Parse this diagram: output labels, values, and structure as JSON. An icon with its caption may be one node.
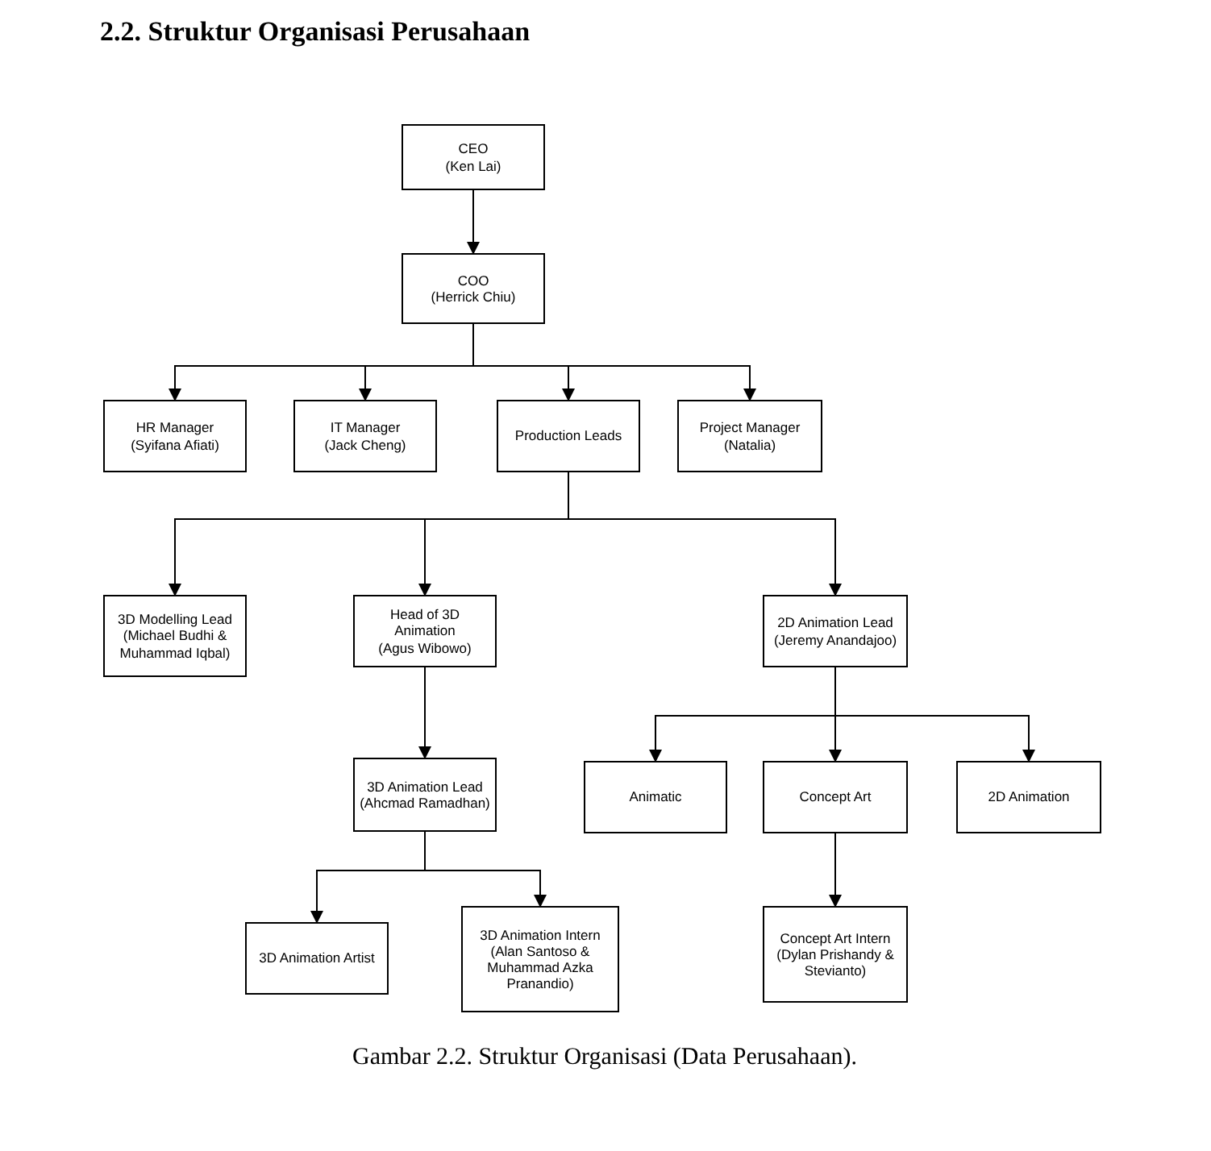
{
  "diagram": {
    "title": "2.2. Struktur Organisasi Perusahaan",
    "caption": "Gambar 2.2. Struktur Organisasi (Data Perusahaan).",
    "nodes": [
      {
        "text": [
          "CEO",
          "(Ken Lai)"
        ]
      },
      {
        "text": [
          "COO",
          "(Herrick Chiu)"
        ]
      },
      {
        "text": [
          "HR Manager",
          "(Syifana Afiati)"
        ]
      },
      {
        "text": [
          "IT Manager",
          "(Jack Cheng)"
        ]
      },
      {
        "text": [
          "Production Leads"
        ]
      },
      {
        "text": [
          "Project Manager",
          "(Natalia)"
        ]
      },
      {
        "text": [
          "3D Modelling Lead",
          "(Michael Budhi & Muhammad Iqbal)"
        ]
      },
      {
        "text": [
          "Head of 3D Animation",
          "(Agus Wibowo)"
        ]
      },
      {
        "text": [
          "2D Animation Lead",
          "(Jeremy Anandajoo)"
        ]
      },
      {
        "text": [
          "3D Animation Lead",
          "(Ahcmad Ramadhan)"
        ]
      },
      {
        "text": [
          "Animatic"
        ]
      },
      {
        "text": [
          "Concept Art"
        ]
      },
      {
        "text": [
          "2D Animation"
        ]
      },
      {
        "text": [
          "3D Animation Artist"
        ]
      },
      {
        "text": [
          "3D Animation Intern",
          "(Alan Santoso & Muhammad Azka Pranandio)"
        ]
      },
      {
        "text": [
          "Concept Art Intern",
          "(Dylan Prishandy & Stevianto)"
        ]
      }
    ],
    "edges": [
      {
        "from": 0,
        "to": 1,
        "arrow": "to"
      },
      {
        "from": 1,
        "to": 2,
        "arrow": "to"
      },
      {
        "from": 1,
        "to": 3,
        "arrow": "to"
      },
      {
        "from": 1,
        "to": 4,
        "arrow": "to"
      },
      {
        "from": 1,
        "to": 5,
        "arrow": "to"
      },
      {
        "from": 4,
        "to": 6,
        "arrow": "to"
      },
      {
        "from": 4,
        "to": 7,
        "arrow": "to"
      },
      {
        "from": 4,
        "to": 8,
        "arrow": "to"
      },
      {
        "from": 7,
        "to": 9,
        "arrow": "to"
      },
      {
        "from": 8,
        "to": 10,
        "arrow": "to"
      },
      {
        "from": 8,
        "to": 11,
        "arrow": "to"
      },
      {
        "from": 8,
        "to": 12,
        "arrow": "to"
      },
      {
        "from": 9,
        "to": 13,
        "arrow": "to"
      },
      {
        "from": 9,
        "to": 14,
        "arrow": "to"
      },
      {
        "from": 11,
        "to": 15,
        "arrow": "to"
      }
    ]
  }
}
